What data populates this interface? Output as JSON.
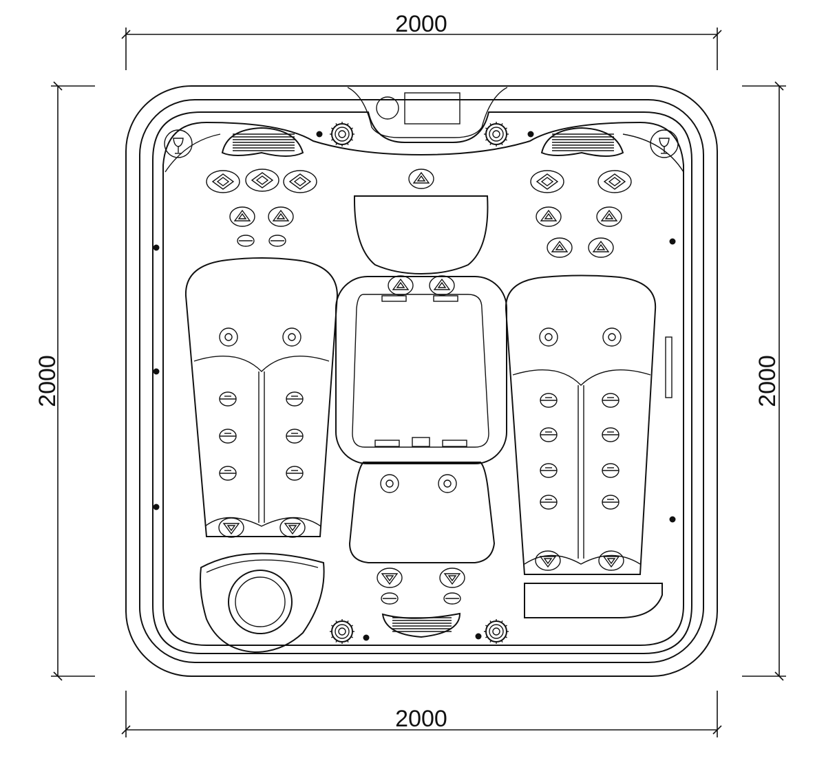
{
  "dimensions": {
    "top": "2000",
    "bottom": "2000",
    "left": "2000",
    "right": "2000"
  },
  "icons": {
    "cup_holder": "wine-glass-icon",
    "massage_jet": "jet-nozzle-icon",
    "valve": "control-valve-icon",
    "pillow": "headrest-pillow-icon"
  }
}
